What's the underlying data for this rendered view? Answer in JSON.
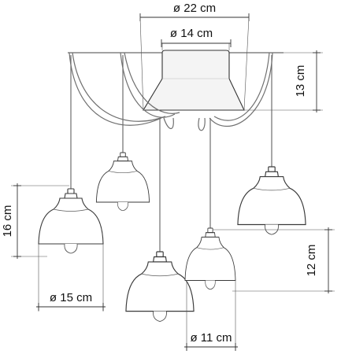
{
  "dimensions": {
    "canopy_outer_diameter": "ø 22 cm",
    "canopy_inner_diameter": "ø 14 cm",
    "canopy_height": "13 cm",
    "large_shade_height": "16 cm",
    "large_shade_diameter": "ø 15 cm",
    "small_shade_height": "12 cm",
    "small_shade_diameter": "ø 11 cm"
  },
  "colors": {
    "line": "#333333",
    "cord": "#6f6f6f",
    "background": "#ffffff"
  }
}
